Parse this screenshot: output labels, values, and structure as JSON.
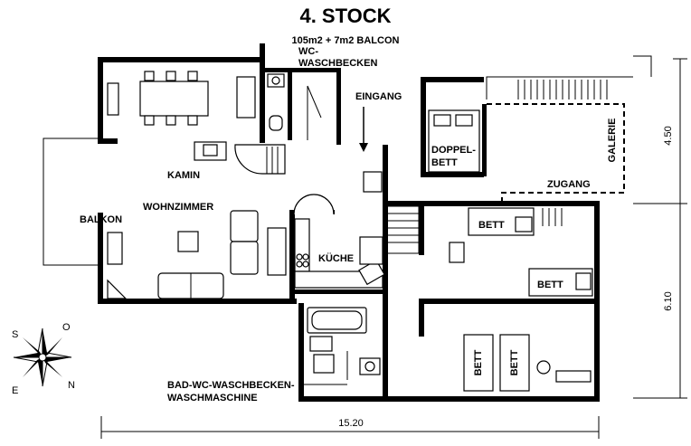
{
  "title": "4. STOCK",
  "subtitle": "105m2 + 7m2 BALCON",
  "rooms": {
    "wc": "WC-",
    "wc2": "WASCHBECKEN",
    "eingang": "EINGANG",
    "doppelbett": "DOPPEL-",
    "doppelbett2": "BETT",
    "galerie": "GALERIE",
    "zugang": "ZUGANG",
    "kamin": "KAMIN",
    "wohnzimmer": "WOHNZIMMER",
    "balkon": "BALKON",
    "kueche": "KÜCHE",
    "bett1": "BETT",
    "bett2": "BETT",
    "bett3": "BETT",
    "bett4": "BETT",
    "bad": "BAD-WC-WASCHBECKEN-",
    "bad2": "WASCHMASCHINE"
  },
  "dimensions": {
    "upper": "4.50",
    "lower": "6.10",
    "width": "15.20"
  },
  "compass": {
    "s": "S",
    "o": "O",
    "n": "N",
    "e": "E"
  }
}
